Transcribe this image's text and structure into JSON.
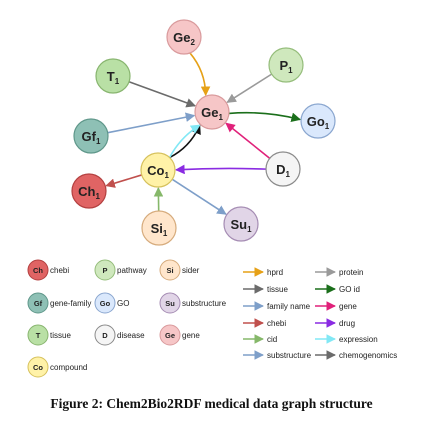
{
  "nodes": [
    {
      "id": "ge2",
      "label": "Ge",
      "sub": "2",
      "color": "#f6c6c7",
      "stroke": "#d99a9c"
    },
    {
      "id": "t1",
      "label": "T",
      "sub": "1",
      "color": "#b9e0a5",
      "stroke": "#88b56f"
    },
    {
      "id": "p1",
      "label": "P",
      "sub": "1",
      "color": "#cfe8bd",
      "stroke": "#95bd7b"
    },
    {
      "id": "ge1",
      "label": "Ge",
      "sub": "1",
      "color": "#f6c6c7",
      "stroke": "#d99a9c"
    },
    {
      "id": "go1",
      "label": "Go",
      "sub": "1",
      "color": "#dae8fc",
      "stroke": "#8aa6cf"
    },
    {
      "id": "gf1",
      "label": "Gf",
      "sub": "1",
      "color": "#8ec0b5",
      "stroke": "#5f978a"
    },
    {
      "id": "co1",
      "label": "Co",
      "sub": "1",
      "color": "#fff2a8",
      "stroke": "#d6c15c"
    },
    {
      "id": "d1",
      "label": "D",
      "sub": "1",
      "color": "#f5f5f5",
      "stroke": "#8a8a8a"
    },
    {
      "id": "ch1",
      "label": "Ch",
      "sub": "1",
      "color": "#e06464",
      "stroke": "#b34040"
    },
    {
      "id": "si1",
      "label": "Si",
      "sub": "1",
      "color": "#ffe6cc",
      "stroke": "#d6ab7c"
    },
    {
      "id": "su1",
      "label": "Su",
      "sub": "1",
      "color": "#e1d5e7",
      "stroke": "#a58cb3"
    }
  ],
  "edges": [
    {
      "from": "ge2",
      "to": "ge1",
      "color": "#e6a117",
      "kind": "hprd"
    },
    {
      "from": "p1",
      "to": "ge1",
      "color": "#9a9a9a",
      "kind": "protein"
    },
    {
      "from": "t1",
      "to": "ge1",
      "color": "#6b6b6b",
      "kind": "tissue"
    },
    {
      "from": "gf1",
      "to": "ge1",
      "color": "#7e9fc9",
      "kind": "family name"
    },
    {
      "from": "ge1",
      "to": "go1",
      "color": "#1b6f1b",
      "kind": "GO id"
    },
    {
      "from": "d1",
      "to": "ge1",
      "color": "#e0217a",
      "kind": "gene"
    },
    {
      "from": "co1",
      "to": "ge1",
      "color": "#111111",
      "kind": "chemogenomics"
    },
    {
      "from": "co1",
      "to": "ge1",
      "color": "#82e8f5",
      "kind": "expression"
    },
    {
      "from": "co1",
      "to": "ch1",
      "color": "#c0504d",
      "kind": "chebi"
    },
    {
      "from": "d1",
      "to": "co1",
      "color": "#8a2be2",
      "kind": "drug"
    },
    {
      "from": "si1",
      "to": "co1",
      "color": "#86b86a",
      "kind": "cid"
    },
    {
      "from": "co1",
      "to": "su1",
      "color": "#7e9fc9",
      "kind": "substructure"
    }
  ],
  "node_legend": [
    {
      "abbr": "Ch",
      "label": "chebi",
      "color": "#e06464",
      "stroke": "#b34040"
    },
    {
      "abbr": "P",
      "label": "pathway",
      "color": "#cfe8bd",
      "stroke": "#95bd7b"
    },
    {
      "abbr": "Si",
      "label": "sider",
      "color": "#ffe6cc",
      "stroke": "#d6ab7c"
    },
    {
      "abbr": "Gf",
      "label": "gene-family",
      "color": "#8ec0b5",
      "stroke": "#5f978a"
    },
    {
      "abbr": "Go",
      "label": "GO",
      "color": "#dae8fc",
      "stroke": "#8aa6cf"
    },
    {
      "abbr": "Su",
      "label": "substructure",
      "color": "#e1d5e7",
      "stroke": "#a58cb3"
    },
    {
      "abbr": "T",
      "label": "tissue",
      "color": "#b9e0a5",
      "stroke": "#88b56f"
    },
    {
      "abbr": "D",
      "label": "disease",
      "color": "#f5f5f5",
      "stroke": "#8a8a8a"
    },
    {
      "abbr": "Ge",
      "label": "gene",
      "color": "#f6c6c7",
      "stroke": "#d99a9c"
    },
    {
      "abbr": "Co",
      "label": "compound",
      "color": "#fff2a8",
      "stroke": "#d6c15c"
    }
  ],
  "edge_legend": [
    {
      "label": "hprd",
      "color": "#e6a117"
    },
    {
      "label": "protein",
      "color": "#9a9a9a"
    },
    {
      "label": "tissue",
      "color": "#6b6b6b"
    },
    {
      "label": "GO id",
      "color": "#1b6f1b"
    },
    {
      "label": "family name",
      "color": "#7e9fc9"
    },
    {
      "label": "gene",
      "color": "#e0217a"
    },
    {
      "label": "chebi",
      "color": "#c0504d"
    },
    {
      "label": "drug",
      "color": "#8a2be2"
    },
    {
      "label": "cid",
      "color": "#86b86a"
    },
    {
      "label": "expression",
      "color": "#82e8f5"
    },
    {
      "label": "substructure",
      "color": "#7e9fc9"
    },
    {
      "label": "chemogenomics",
      "color": "#6b6b6b"
    }
  ],
  "caption": "Figure 2: Chem2Bio2RDF medical data graph structure"
}
